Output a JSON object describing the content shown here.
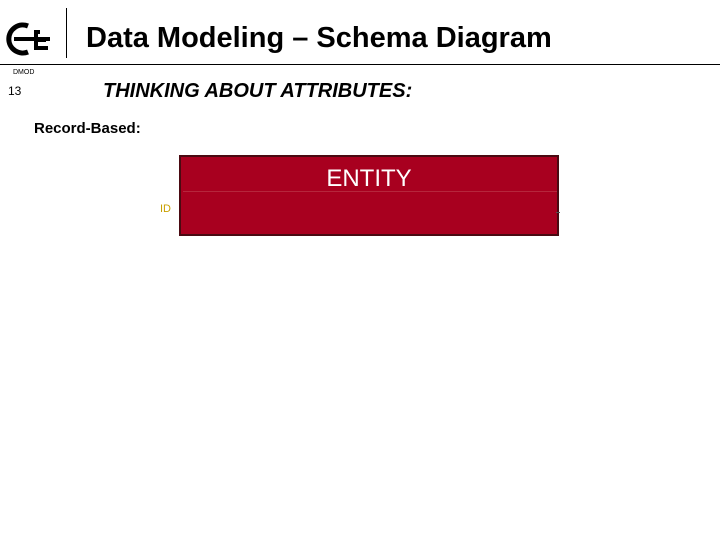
{
  "header": {
    "title": "Data Modeling – Schema Diagram",
    "code": "DMOD",
    "page_number": "13",
    "logo_icon": "ce-logo-icon"
  },
  "main": {
    "subtitle": "THINKING ABOUT ATTRIBUTES:",
    "record_label": "Record-Based:",
    "entity": {
      "name": "ENTITY",
      "fill_color": "#a8001f",
      "partial_attribute_text": "ID"
    }
  }
}
